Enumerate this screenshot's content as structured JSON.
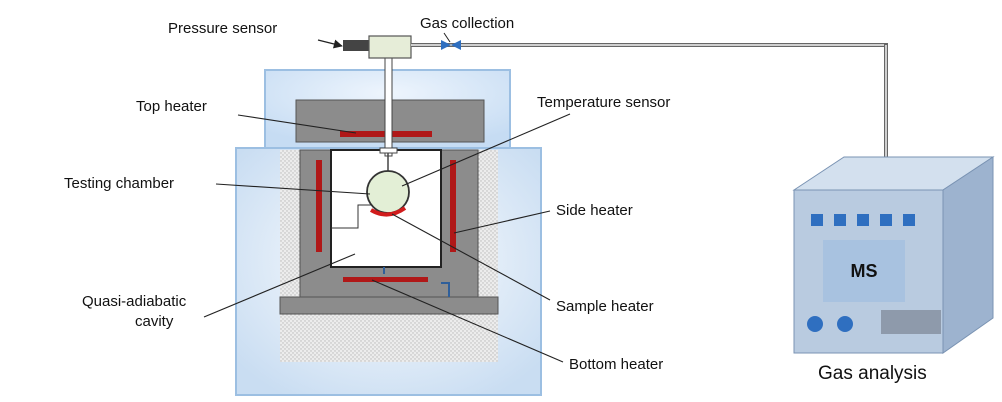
{
  "labels": {
    "pressure_sensor": "Pressure sensor",
    "gas_collection": "Gas collection",
    "top_heater": "Top heater",
    "temperature_sensor": "Temperature sensor",
    "testing_chamber": "Testing chamber",
    "side_heater": "Side heater",
    "quasi_adiabatic_line1": "Quasi-adiabatic",
    "quasi_adiabatic_line2": "cavity",
    "sample_heater": "Sample heater",
    "bottom_heater": "Bottom heater",
    "gas_analysis": "Gas analysis",
    "ms": "MS"
  },
  "colors": {
    "heater": "#b01818",
    "insulation_fill": "#cfe0f2",
    "insulation_stroke": "#9cbfe2",
    "block": "#8c8c8c",
    "analyzer_front": "#b9cbe0",
    "analyzer_side": "#9db3cf",
    "analyzer_top": "#d3e0ee",
    "ms_panel": "#a8c2e0",
    "knob": "#2f6fc0",
    "valve": "#2f6fc0"
  }
}
